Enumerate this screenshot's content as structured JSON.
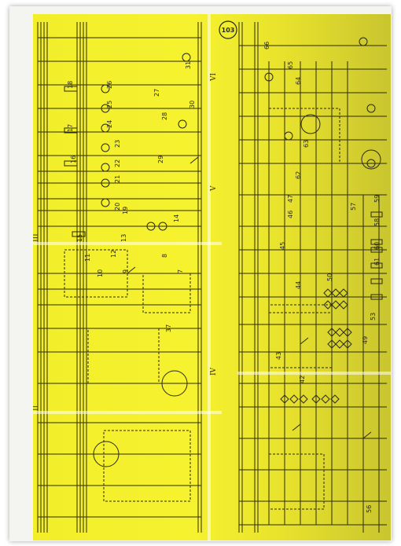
{
  "diagram": {
    "number_labels": [
      "7",
      "8",
      "9",
      "10",
      "11",
      "12",
      "13",
      "14",
      "15",
      "16",
      "17",
      "18",
      "19",
      "20",
      "21",
      "22",
      "23",
      "24",
      "25",
      "26",
      "27",
      "28",
      "29",
      "30",
      "31",
      "37",
      "42",
      "43",
      "44",
      "45",
      "46",
      "47",
      "49",
      "50",
      "53",
      "56",
      "57",
      "58",
      "59",
      "60",
      "61",
      "62",
      "63",
      "64",
      "65",
      "66"
    ],
    "roman_labels": [
      "II",
      "III",
      "IV",
      "V",
      "VI"
    ],
    "badge": "103",
    "colors": {
      "paper": "#f4f02e",
      "ink": "#2b2a12",
      "frame": "#f4f4f0"
    }
  }
}
